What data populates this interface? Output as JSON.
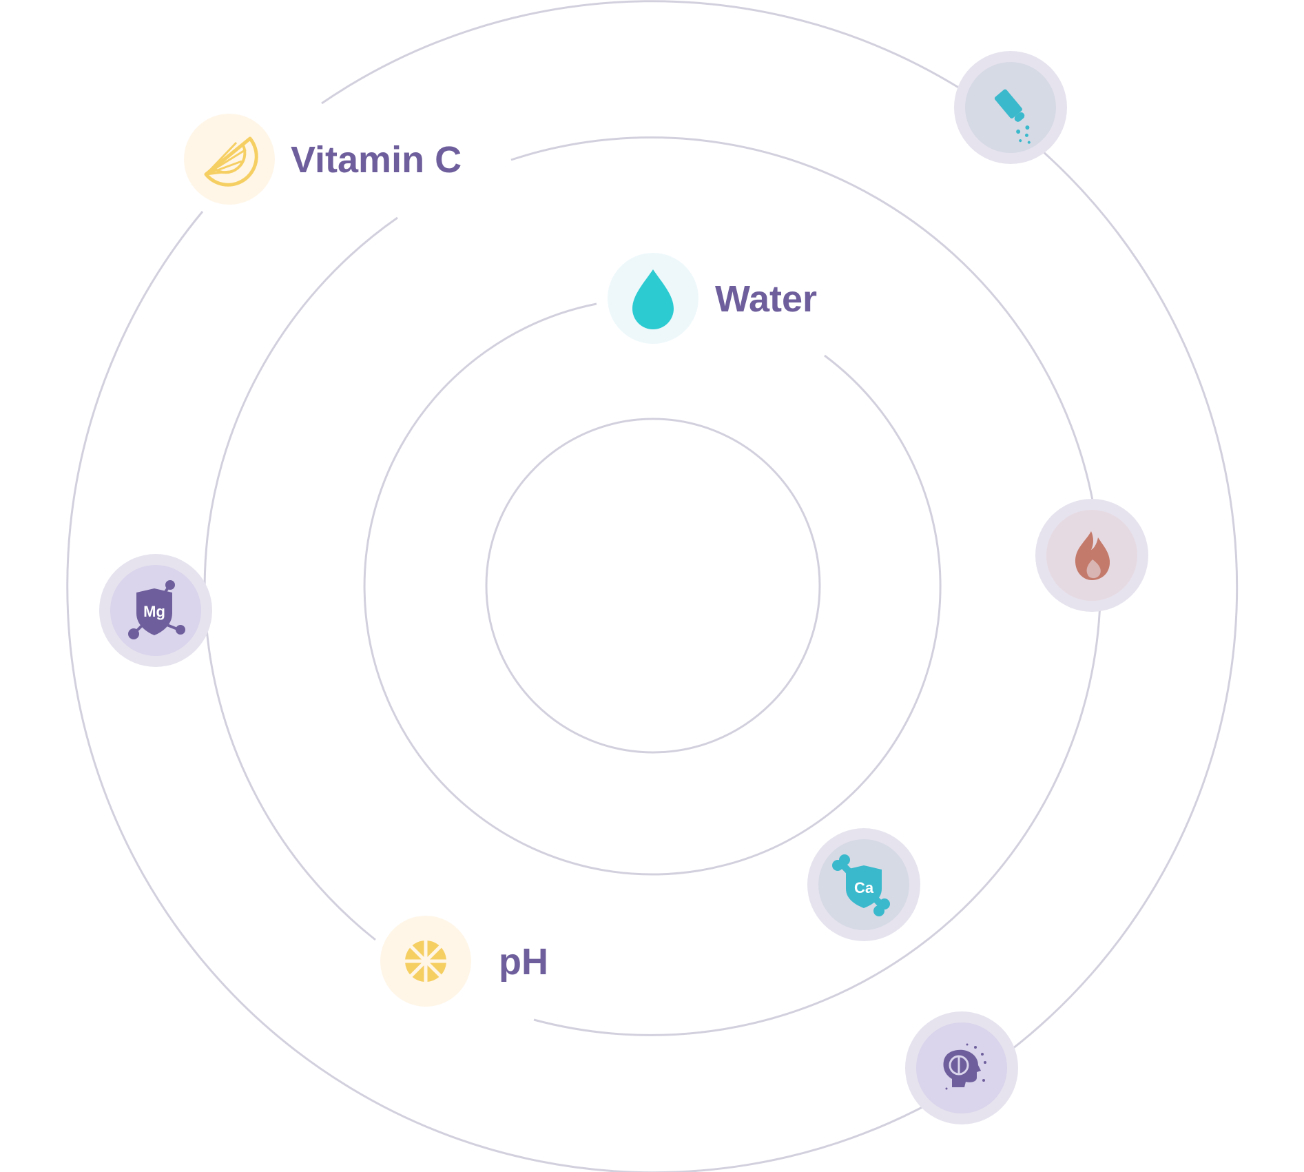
{
  "colors": {
    "ring": "#d3d0de",
    "label": "#6e5f9c",
    "teal": "#2ccbd1",
    "teal_dark": "#3ab9cc",
    "yellow": "#f6cf63",
    "purple": "#6e5f9c",
    "fire": "#c47a6a"
  },
  "nodes": {
    "vitamin_c": {
      "label": "Vitamin C",
      "icon": "lemon-slice-icon"
    },
    "water": {
      "label": "Water",
      "icon": "water-drop-icon"
    },
    "ph": {
      "label": "pH",
      "icon": "citrus-icon"
    },
    "salt": {
      "icon": "salt-shaker-icon"
    },
    "fire": {
      "icon": "flame-icon"
    },
    "magnesium": {
      "icon": "magnesium-shield-icon",
      "symbol": "Mg"
    },
    "calcium": {
      "icon": "calcium-bone-icon",
      "symbol": "Ca"
    },
    "head": {
      "icon": "head-profile-icon"
    }
  }
}
